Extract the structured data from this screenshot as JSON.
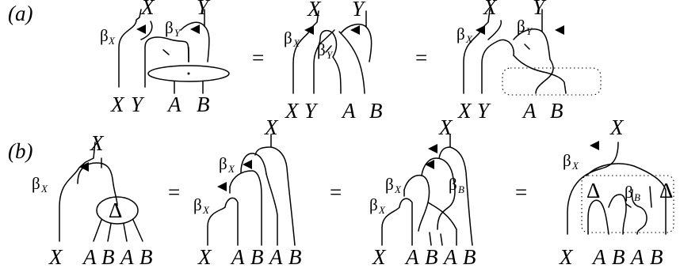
{
  "parts": {
    "a": "(a)",
    "b": "(b)"
  },
  "symbols": {
    "beta": "β",
    "delta": "Δ",
    "equals": "="
  },
  "letters": {
    "X": "X",
    "Y": "Y",
    "A": "A",
    "B": "B"
  },
  "row_a": {
    "bottom_labels": [
      "X",
      "Y",
      "A",
      "B"
    ],
    "top_labels": [
      "X",
      "Y"
    ],
    "beta_subscripts": [
      "X",
      "Y"
    ]
  },
  "row_b": {
    "bottom_labels": [
      "X",
      "A",
      "B",
      "A",
      "B"
    ],
    "top_labels": [
      "X"
    ],
    "beta_subscripts": [
      "X",
      "B"
    ]
  }
}
